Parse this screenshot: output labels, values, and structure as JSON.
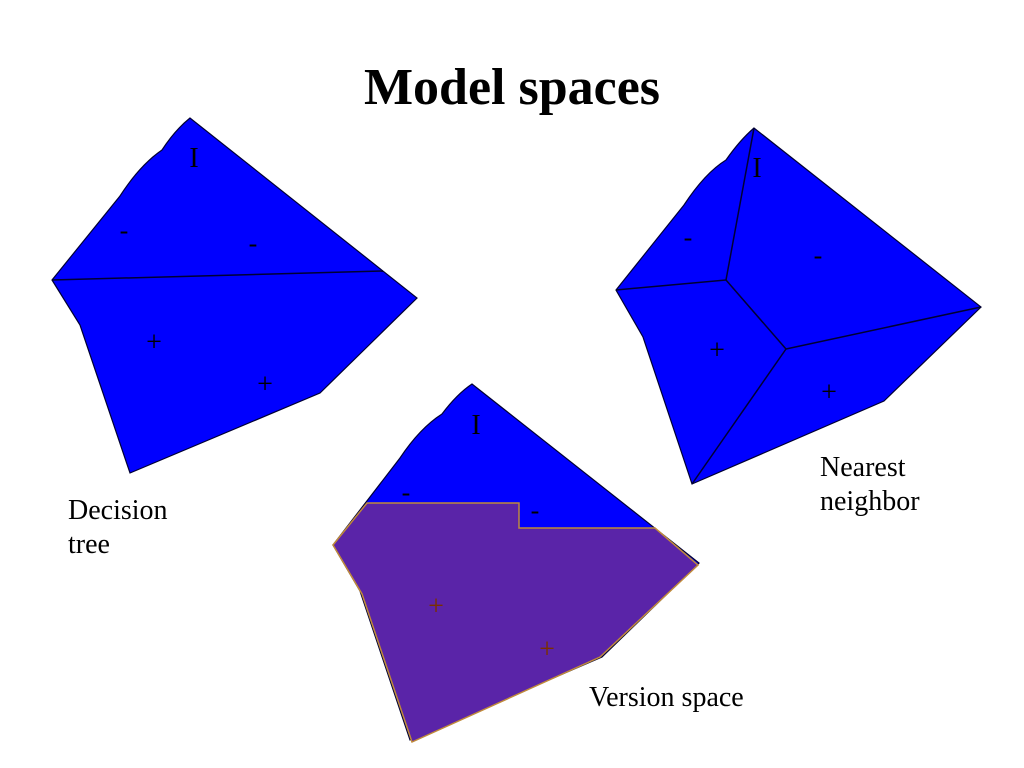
{
  "title": "Model spaces",
  "colors": {
    "region_fill": "#0000ff",
    "version_fill": "#5a24a8",
    "version_border": "#c08a3a",
    "outline": "#000033",
    "label": "#000000",
    "version_label": "#7a3000"
  },
  "decision_tree": {
    "caption_line1": "Decision",
    "caption_line2": "tree",
    "instance_mark": "I",
    "neg_mark_1": "-",
    "neg_mark_2": "-",
    "pos_mark_1": "+",
    "pos_mark_2": "+"
  },
  "nearest_neighbor": {
    "caption_line1": "Nearest",
    "caption_line2": "neighbor",
    "instance_mark": "I",
    "neg_mark_1": "-",
    "neg_mark_2": "-",
    "pos_mark_1": "+",
    "pos_mark_2": "+"
  },
  "version_space": {
    "caption": "Version space",
    "instance_mark": "I",
    "neg_mark_1": "-",
    "neg_mark_2": "-",
    "pos_mark_1": "+",
    "pos_mark_2": "+"
  }
}
